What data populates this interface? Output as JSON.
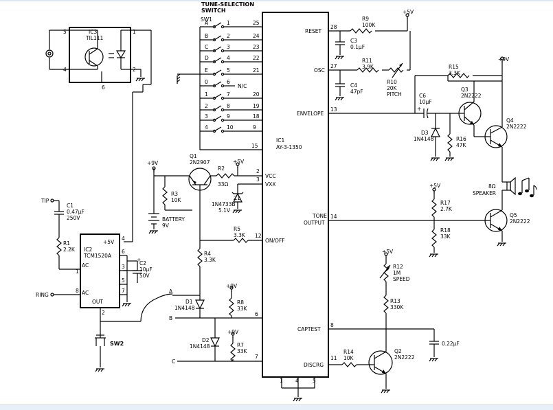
{
  "title": {
    "line1": "TUNE-SELECTION",
    "line2": "SWITCH"
  },
  "sw1": {
    "ref": "SW1",
    "rows": [
      {
        "key": "A",
        "pos": "1",
        "pin": "25"
      },
      {
        "key": "B",
        "pos": "2",
        "pin": "24"
      },
      {
        "key": "C",
        "pos": "3",
        "pin": "23"
      },
      {
        "key": "D",
        "pos": "4",
        "pin": "22"
      },
      {
        "key": "E",
        "pos": "5",
        "pin": "21"
      },
      {
        "key": "0",
        "pos": "6",
        "pin": "N/C"
      },
      {
        "key": "1",
        "pos": "7",
        "pin": "20"
      },
      {
        "key": "2",
        "pos": "8",
        "pin": "19"
      },
      {
        "key": "3",
        "pos": "9",
        "pin": "18"
      },
      {
        "key": "4",
        "pos": "10",
        "pin": "9"
      }
    ],
    "pin15": "15"
  },
  "ic1": {
    "ref": "IC1",
    "part": "AY-3-1350",
    "pins": {
      "reset": "RESET",
      "reset_n": "28",
      "osc": "OSC",
      "osc_n": "27",
      "env": "ENVELOPE",
      "env_n": "13",
      "vcc": "VCC",
      "vcc_n": "2",
      "vxx": "VXX",
      "vxx_n": "3",
      "onoff": "ON/OFF",
      "onoff_n": "12",
      "tone1": "TONE",
      "tone2": "OUTPUT",
      "tone_n": "14",
      "captest": "CAPTEST",
      "captest_n": "8",
      "discrg": "DISCRG",
      "discrg_n": "11",
      "p6": "6",
      "p7": "7",
      "p1": "1",
      "p4": "4",
      "p5": "5"
    }
  },
  "ic3": {
    "ref": "IC3",
    "part": "TIL111",
    "p5": "5",
    "p1": "1",
    "p4": "4",
    "p2": "2",
    "p6": "6"
  },
  "ic2": {
    "ref": "IC2",
    "part": "TCM1520A",
    "v5": "+5V",
    "ac1": "AC",
    "ac2": "AC",
    "out": "OUT",
    "p1": "1",
    "p8": "8",
    "p2": "2",
    "p4": "4",
    "p6": "6",
    "p3": "3",
    "p5": "5",
    "p7": "7"
  },
  "parts": {
    "r9": [
      "R9",
      "100K"
    ],
    "c3": [
      "C3",
      "0.1µF"
    ],
    "r11": [
      "R11",
      "3.9K"
    ],
    "r10": [
      "R10",
      "20K",
      "PITCH"
    ],
    "c4": [
      "C4",
      "47pF"
    ],
    "r15": [
      "R15",
      "3.3K"
    ],
    "c6": [
      "C6",
      "10µF"
    ],
    "q3": [
      "Q3",
      "2N2222"
    ],
    "q4": [
      "Q4",
      "2N2222"
    ],
    "d3": [
      "D3",
      "1N4148"
    ],
    "r16": [
      "R16",
      "47K"
    ],
    "spk": [
      "8Ω",
      "SPEAKER"
    ],
    "r17": [
      "R17",
      "2.7K"
    ],
    "r18": [
      "R18",
      "33K"
    ],
    "q5": [
      "Q5",
      "2N2222"
    ],
    "q1": [
      "Q1",
      "2N2907"
    ],
    "r2": [
      "R2",
      "33Ω"
    ],
    "r3": [
      "R3",
      "10K"
    ],
    "z1": [
      "Z1",
      "1N4733B",
      "5.1V"
    ],
    "bat": [
      "BATTERY",
      "9V"
    ],
    "r5": [
      "R5",
      "3.3K"
    ],
    "r4": [
      "R4",
      "3.3K"
    ],
    "c1": [
      "C1",
      "0.47µF",
      "250V"
    ],
    "r1": [
      "R1",
      "2.2K"
    ],
    "c2": [
      "C2",
      "10µF",
      "50V"
    ],
    "d1": [
      "D1",
      "1N4148"
    ],
    "r8": [
      "R8",
      "33K"
    ],
    "d2": [
      "D2",
      "1N4148"
    ],
    "r7": [
      "R7",
      "33K"
    ],
    "sw2": [
      "SW2"
    ],
    "r12": [
      "R12",
      "1M",
      "SPEED"
    ],
    "r13": [
      "R13",
      "330K"
    ],
    "r14": [
      "R14",
      "10K"
    ],
    "q2": [
      "Q2",
      "2N2222"
    ],
    "c7": [
      "0.22µF"
    ]
  },
  "rails": {
    "p5": "+5V",
    "p9": "+9V"
  },
  "nodes": {
    "tip": "TIP",
    "ring": "RING",
    "a": "A",
    "b": "B",
    "c": "C",
    "plus": "+"
  }
}
